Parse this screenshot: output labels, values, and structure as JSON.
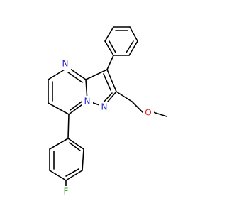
{
  "molecule": {
    "atoms": {
      "N_upper": {
        "label": "N",
        "color": "#1f1fd0"
      },
      "N_bridge": {
        "label": "N",
        "color": "#1f1fd0"
      },
      "N_lower": {
        "label": "N",
        "color": "#1f1fd0"
      },
      "O": {
        "label": "O",
        "color": "#e02020"
      },
      "F": {
        "label": "F",
        "color": "#2ea02e"
      }
    }
  }
}
